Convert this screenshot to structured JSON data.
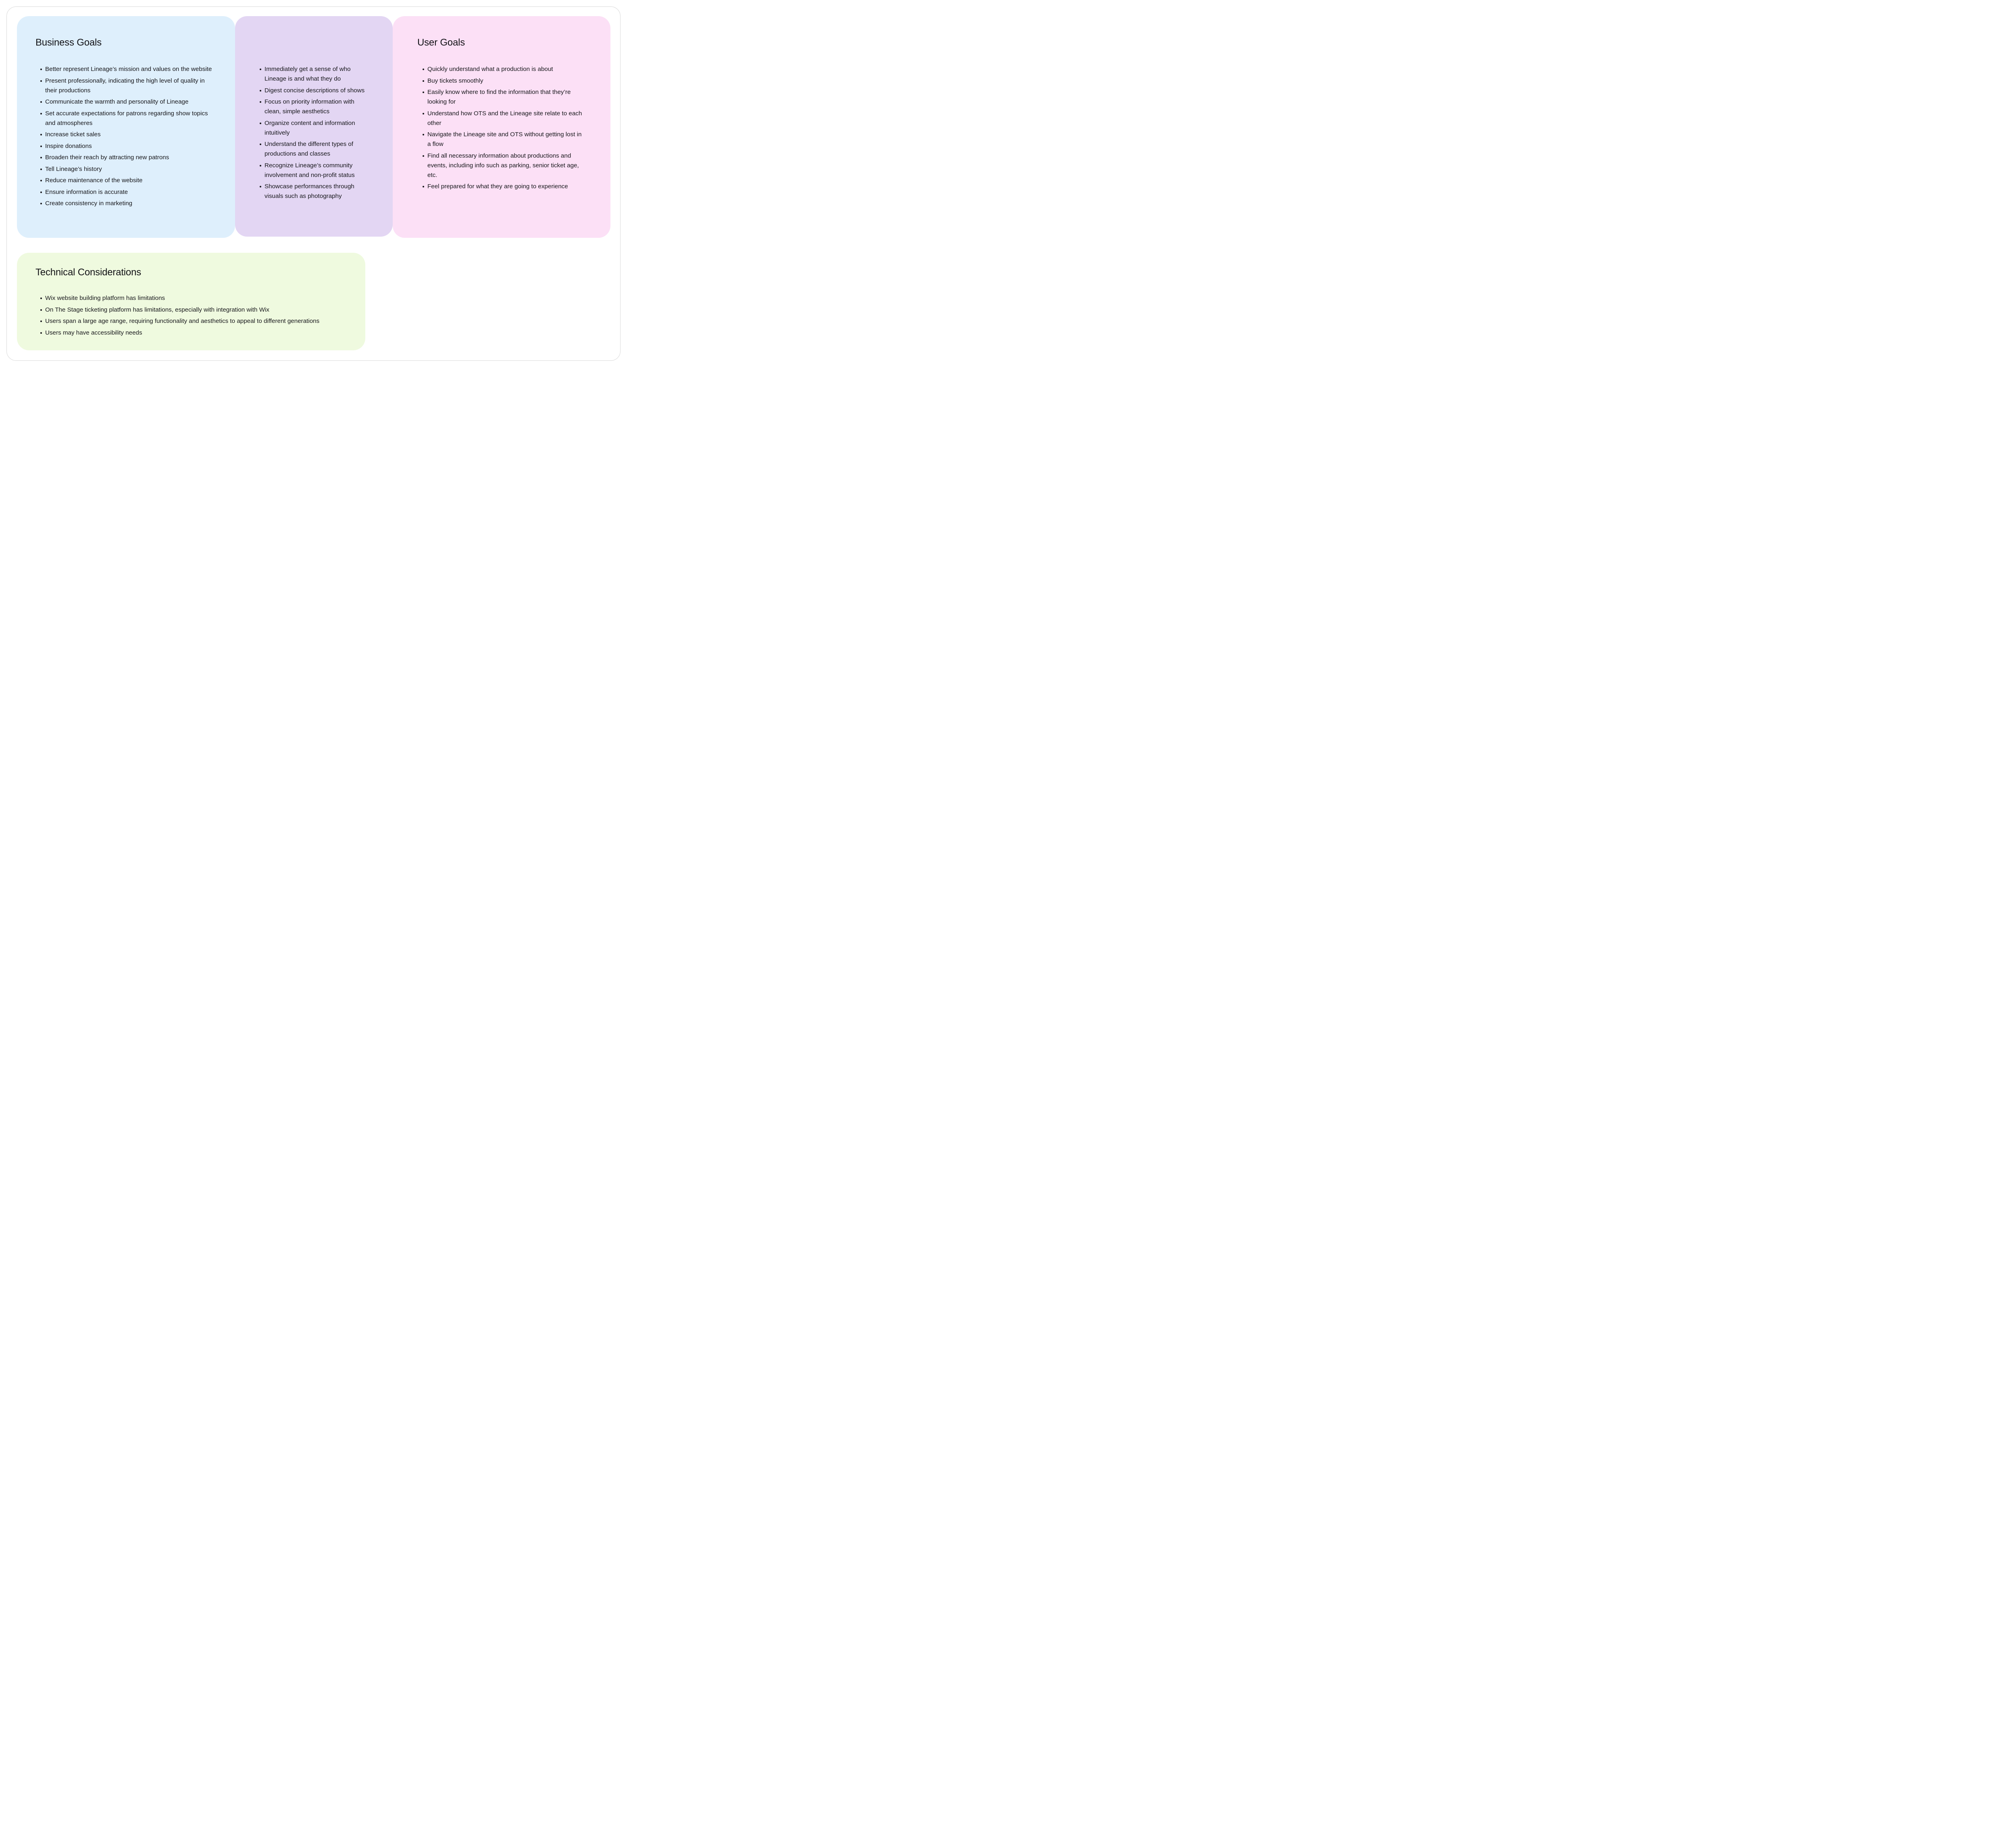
{
  "frame": {
    "border_color": "#D9D9D9",
    "background": "#FFFFFF"
  },
  "text_color": "#17171B",
  "cards": [
    {
      "name": "business-goals",
      "title": "Business Goals",
      "color": "#DEEFFC",
      "bullets": [
        "Better represent Lineage’s mission and values on the website",
        "Present professionally, indicating the high level of quality in their productions",
        "Communicate the warmth and personality of Lineage",
        "Set accurate expectations for patrons regarding show topics and atmospheres",
        "Increase ticket sales",
        "Inspire donations",
        "Broaden their reach by attracting new patrons",
        "Tell Lineage’s history",
        "Reduce maintenance of the website",
        "Ensure information is accurate",
        "Create consistency in marketing"
      ]
    },
    {
      "name": "untitled-middle",
      "title": "",
      "color": "#E3D6F3",
      "bullets": [
        "Immediately get a sense of who Lineage is and what they do",
        "Digest concise descriptions of shows",
        "Focus on priority information with clean, simple aesthetics",
        "Organize content and information intuitively",
        "Understand the different types of productions and classes",
        "Recognize Lineage’s community involvement and non-profit status",
        "Showcase performances through visuals such as photography"
      ]
    },
    {
      "name": "user-goals",
      "title": "User Goals",
      "color": "#FCE0F6",
      "bullets": [
        "Quickly understand what a production is about",
        "Buy tickets smoothly",
        "Easily know where to find the information that they’re looking for",
        "Understand how OTS and the Lineage site relate to each other",
        "Navigate the Lineage site and OTS without getting lost in a flow",
        "Find all necessary information about productions and events, including info such as parking, senior ticket age, etc.",
        "Feel prepared for what they are going to experience"
      ]
    },
    {
      "name": "technical-considerations",
      "title": "Technical Considerations",
      "color": "#EFFADF",
      "bullets": [
        "Wix website building platform has limitations",
        "On The Stage ticketing platform has limitations, especially with integration with Wix",
        "Users span a large age range, requiring functionality and aesthetics to appeal to different generations",
        "Users may have accessibility needs"
      ]
    }
  ]
}
